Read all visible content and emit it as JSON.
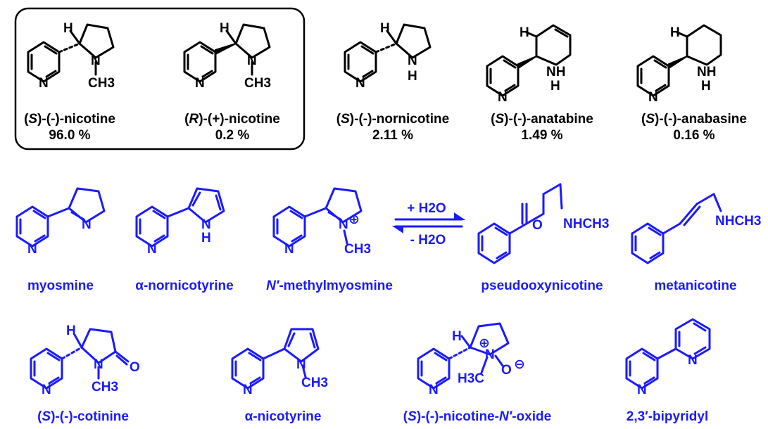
{
  "colors": {
    "group_a": "#000000",
    "group_b": "#1a1aff"
  },
  "top_row": [
    {
      "id": "s-nicotine",
      "name": "(S)-(-)-nicotine",
      "name_parts": [
        "(",
        "S",
        ")-(-)-nicotine"
      ],
      "percent": "96.0 %"
    },
    {
      "id": "r-nicotine",
      "name": "(R)-(+)-nicotine",
      "name_parts": [
        "(",
        "R",
        ")-(+)-nicotine"
      ],
      "percent": "0.2 %"
    },
    {
      "id": "nornicotine",
      "name": "(S)-(-)-nornicotine",
      "name_parts": [
        "(",
        "S",
        ")-(-)-nornicotine"
      ],
      "percent": "2.11 %"
    },
    {
      "id": "anatabine",
      "name": "(S)-(-)-anatabine",
      "name_parts": [
        "(",
        "S",
        ")-(-)-anatabine"
      ],
      "percent": "1.49 %"
    },
    {
      "id": "anabasine",
      "name": "(S)-(-)-anabasine",
      "name_parts": [
        "(",
        "S",
        ")-(-)-anabasine"
      ],
      "percent": "0.16 %"
    }
  ],
  "middle_row": [
    {
      "id": "myosmine",
      "name": "myosmine"
    },
    {
      "id": "a-nornicotyrine",
      "name": "α-nornicotyrine"
    },
    {
      "id": "methylmyosmine",
      "name": "N′-methylmyosmine",
      "name_parts": [
        "N′",
        "-methylmyosmine"
      ]
    },
    {
      "id": "pseudooxynicotine",
      "name": "pseudooxynicotine"
    },
    {
      "id": "metanicotine",
      "name": "metanicotine"
    }
  ],
  "equilibrium": {
    "forward": "+ H2O",
    "reverse": "- H2O"
  },
  "bottom_row": [
    {
      "id": "cotinine",
      "name": "(S)-(-)-cotinine",
      "name_parts": [
        "(",
        "S",
        ")-(-)-cotinine"
      ]
    },
    {
      "id": "a-nicotyrine",
      "name": "α-nicotyrine"
    },
    {
      "id": "nicotine-oxide",
      "name": "(S)-(-)-nicotine-N′-oxide",
      "name_parts": [
        "(",
        "S",
        ")-(-)-nicotine-",
        "N′",
        "-oxide"
      ]
    },
    {
      "id": "bipyridyl",
      "name": "2,3′-bipyridyl"
    }
  ],
  "atom_labels": {
    "N": "N",
    "H": "H",
    "NH": "NH",
    "CH3": "CH3",
    "O": "O",
    "NHCH3": "NHCH3",
    "H3C": "H3C",
    "plus": "⊕",
    "minus": "⊖"
  }
}
